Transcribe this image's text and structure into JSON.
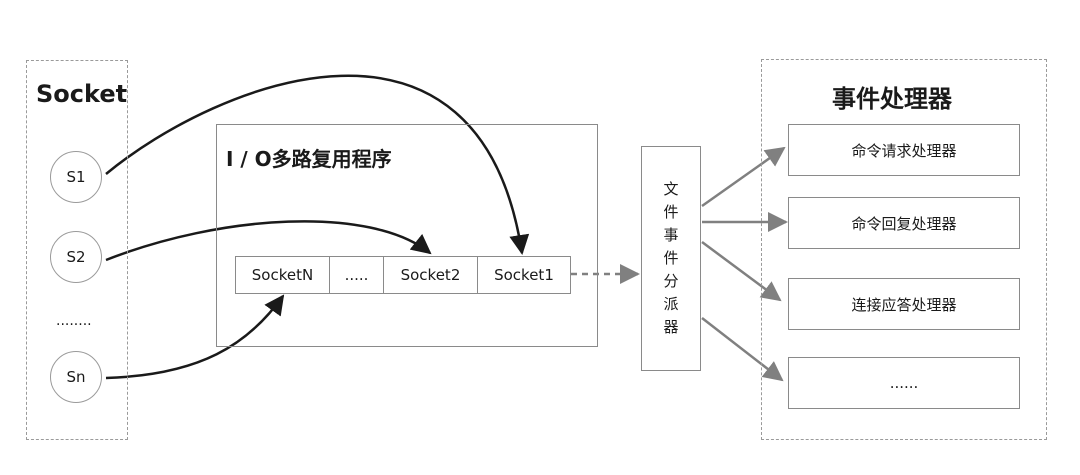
{
  "socket_group": {
    "title": "Socket",
    "nodes": [
      "S1",
      "S2",
      "Sn"
    ],
    "ellipsis": "........"
  },
  "multiplexer": {
    "title": "I / O多路复用程序",
    "queue": [
      "SocketN",
      ".....",
      "Socket2",
      "Socket1"
    ]
  },
  "dispatcher": {
    "label": "文件事件分派器"
  },
  "handlers": {
    "title": "事件处理器",
    "items": [
      "命令请求处理器",
      "命令回复处理器",
      "连接应答处理器",
      "......"
    ]
  },
  "colors": {
    "dashed_border": "#9a9a9a",
    "box_border": "#8a8a8a",
    "curve_arrow": "#1a1a1a",
    "fanout_arrow": "#808080"
  }
}
